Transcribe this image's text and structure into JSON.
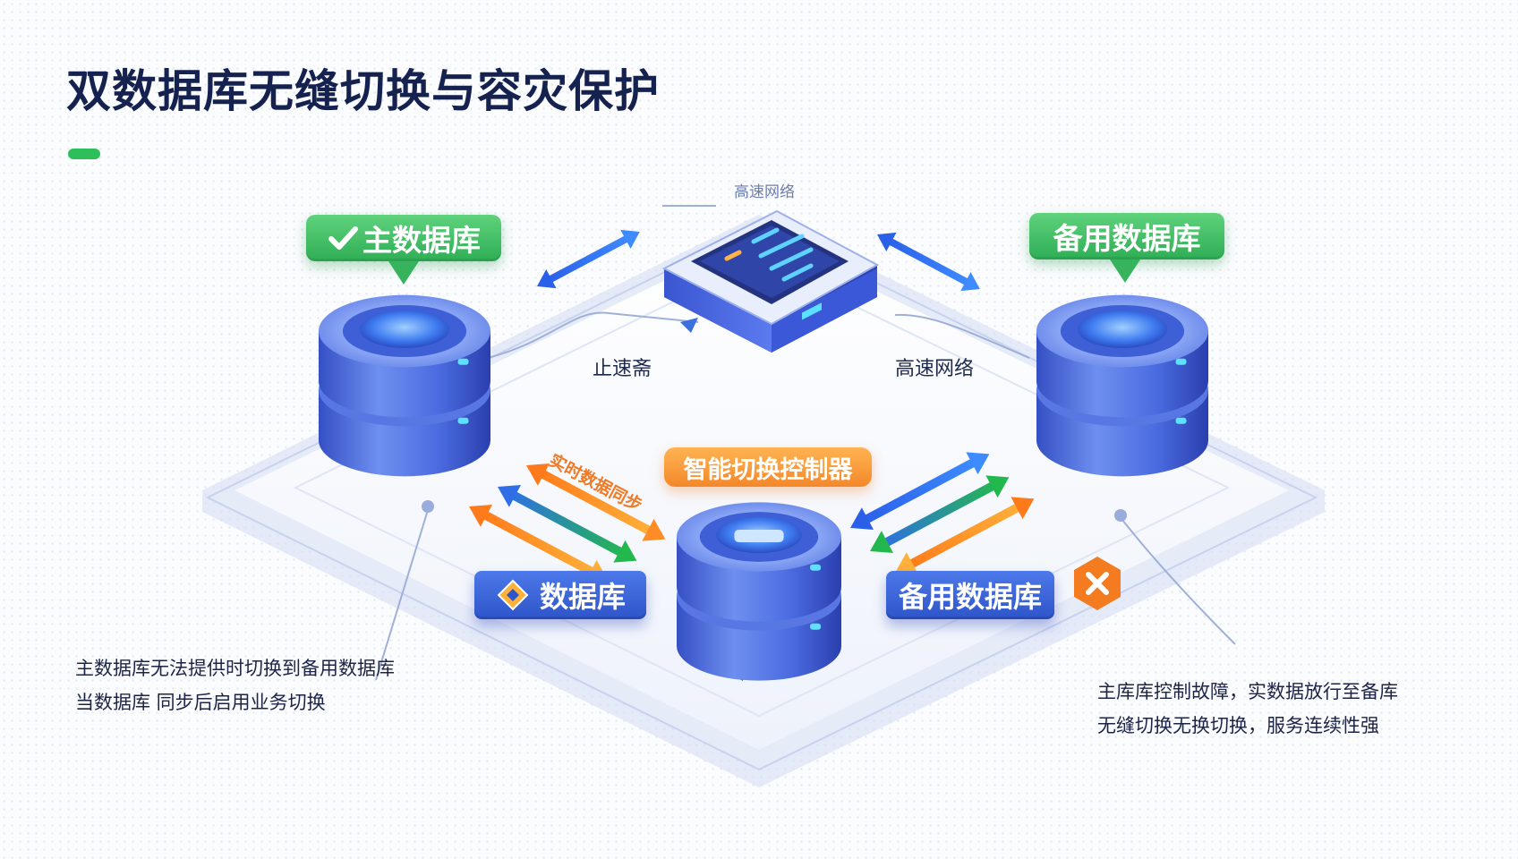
{
  "title": "双数据库无缝切换与容灾保护",
  "labels": {
    "primary_db": "主数据库",
    "backup_db_top": "备用数据库",
    "controller": "智能切换控制器",
    "left_bottom_db": "数据库",
    "backup_db_bottom": "备用数据库",
    "net_left": "止速斋",
    "net_right": "高速网络",
    "top_server": "高速网络",
    "sync_arrow": "实时数据同步"
  },
  "notes": {
    "left_line1": "主数据库无法提供时切换到备用数据库",
    "left_line2": "当数据库 同步后启用业务切换",
    "right_line1": "主库库控制故障，实数据放行至备库",
    "right_line2": "无缝切换无换切换，服务连续性强"
  },
  "icons": {
    "primary_check": "check-icon",
    "failure_mark": "close-icon",
    "db_switch": "switch-icon"
  },
  "colors": {
    "green": "#2fae55",
    "orange": "#f4882a",
    "blue": "#2e55c9",
    "navy": "#15224f"
  }
}
